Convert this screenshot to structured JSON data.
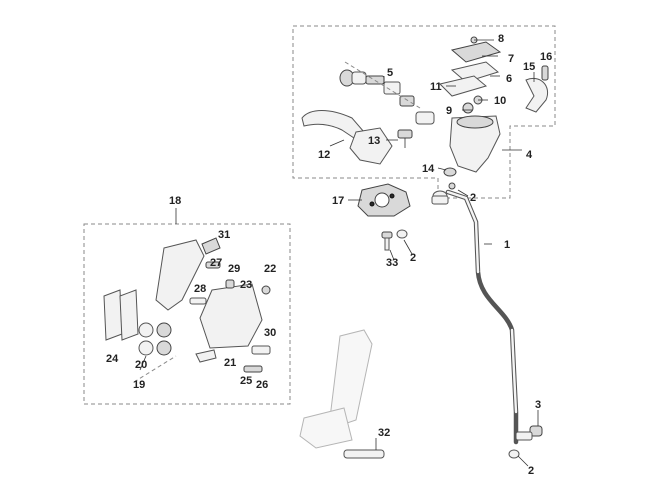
{
  "diagram": {
    "callouts": {
      "c1": "1",
      "c2a": "2",
      "c2b": "2",
      "c2c": "2",
      "c3": "3",
      "c4": "4",
      "c5": "5",
      "c6": "6",
      "c7": "7",
      "c8": "8",
      "c9": "9",
      "c10": "10",
      "c11": "11",
      "c12": "12",
      "c13": "13",
      "c14": "14",
      "c15": "15",
      "c16": "16",
      "c17": "17",
      "c18": "18",
      "c19": "19",
      "c20": "20",
      "c21": "21",
      "c22": "22",
      "c23": "23",
      "c24": "24",
      "c25": "25",
      "c26": "26",
      "c27": "27",
      "c28": "28",
      "c29": "29",
      "c30": "30",
      "c31": "31",
      "c32": "32",
      "c33": "33"
    }
  }
}
